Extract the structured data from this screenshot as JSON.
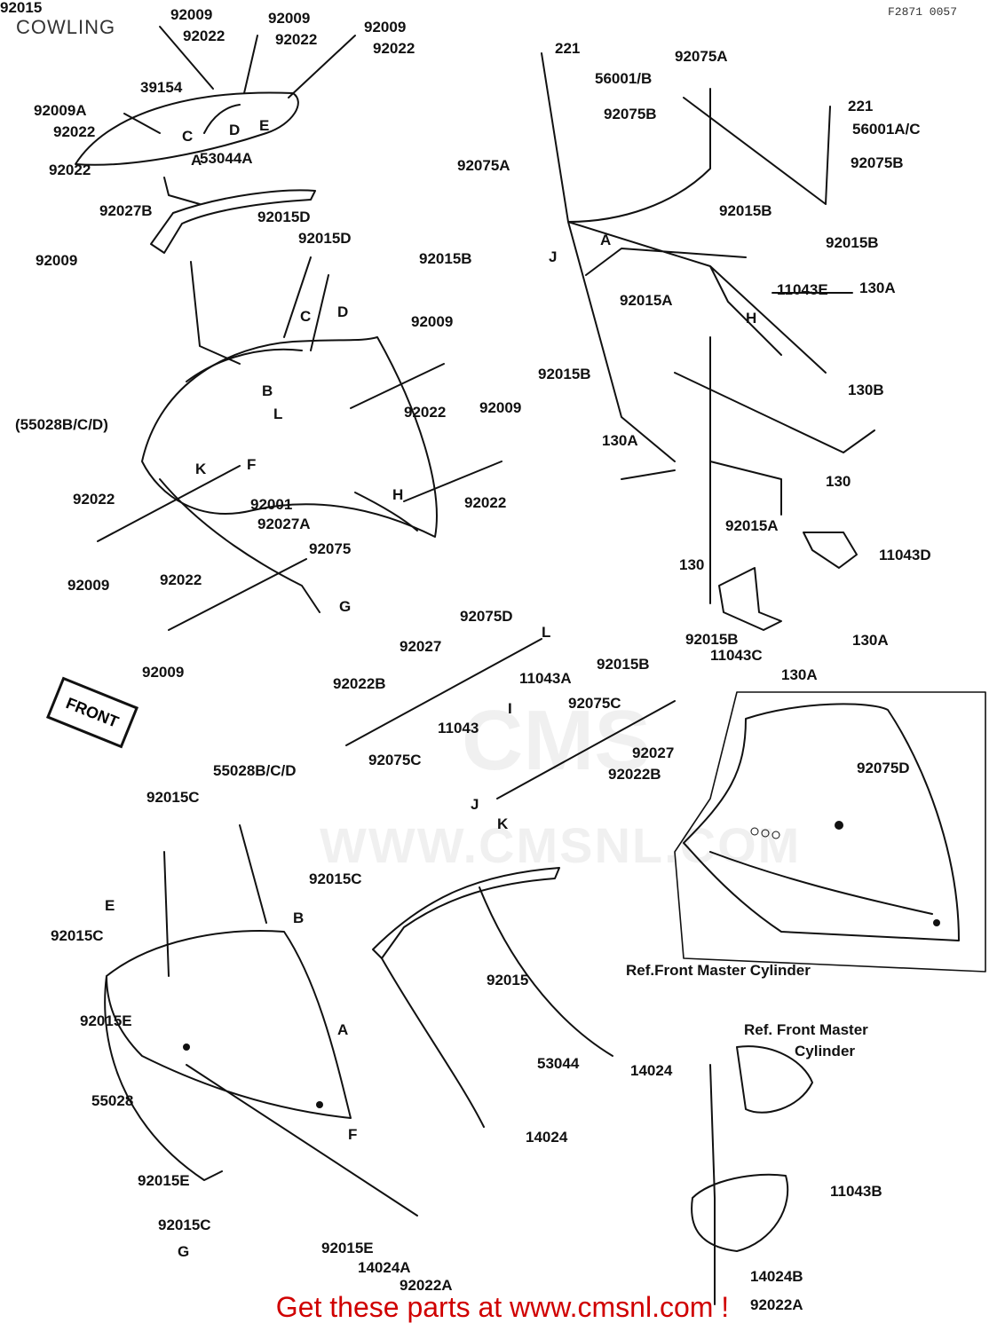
{
  "header": {
    "title": "COWLING",
    "code": "F2871 0057"
  },
  "watermark": {
    "site": "WWW.CMSNL.COM",
    "logo": "CMS"
  },
  "footer": {
    "banner": "Get these parts at www.cmsnl.com !"
  },
  "front_indicator": "FRONT",
  "refs": {
    "ref1": "Ref.Front Master Cylinder",
    "ref2_line1": "Ref. Front Master",
    "ref2_line2": "Cylinder"
  },
  "labels": [
    "92009",
    "92022",
    "92009",
    "92022",
    "92009",
    "92022",
    "39154",
    "92009A",
    "92022",
    "C",
    "D",
    "E",
    "A",
    "53044A",
    "92022",
    "92027B",
    "92009",
    "92015D",
    "92015D",
    "C",
    "D",
    "B",
    "L",
    "92009",
    "92022",
    "(55028B/C/D)",
    "92009",
    "92022",
    "K",
    "F",
    "92001",
    "92027A",
    "H",
    "92022",
    "92075",
    "92009",
    "92022",
    "92009",
    "G",
    "221",
    "56001/B",
    "92075A",
    "92075B",
    "92075A",
    "221",
    "56001A/C",
    "92075B",
    "92015B",
    "92015B",
    "92015B",
    "J",
    "A",
    "92015A",
    "11043E",
    "130A",
    "H",
    "92015B",
    "130B",
    "130A",
    "92015A",
    "130",
    "11043D",
    "130",
    "130A",
    "11043C",
    "130A",
    "92075D",
    "L",
    "92027",
    "92022B",
    "I",
    "11043",
    "92015B",
    "92075C",
    "11043A",
    "92015B",
    "92075C",
    "92027",
    "92022B",
    "J",
    "K",
    "92075D",
    "55028B/C/D",
    "92015C",
    "92015C",
    "E",
    "B",
    "92015C",
    "92015E",
    "A",
    "55028",
    "F",
    "92015E",
    "92015C",
    "G",
    "92015E",
    "14024A",
    "92022A",
    "92015",
    "53044",
    "14024",
    "14024",
    "11043B",
    "14024B",
    "92022A",
    "92015"
  ]
}
